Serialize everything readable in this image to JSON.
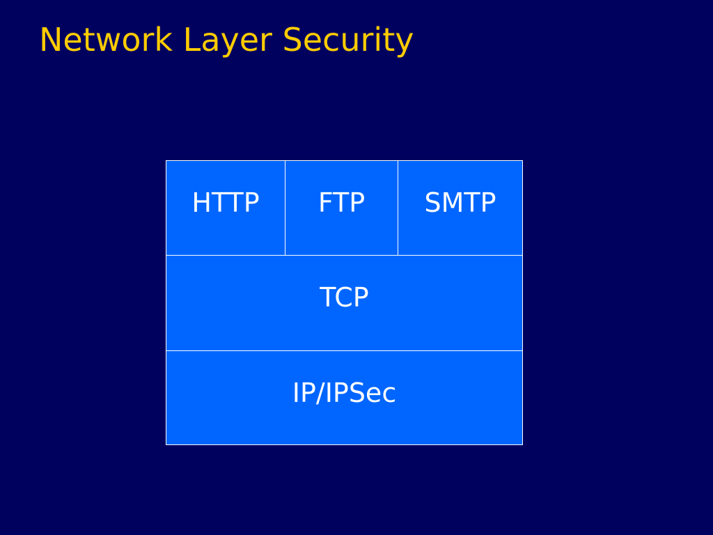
{
  "title": "Network Layer Security",
  "diagram": {
    "application_layer": [
      "HTTP",
      "FTP",
      "SMTP"
    ],
    "transport_layer": "TCP",
    "network_layer": "IP/IPSec"
  },
  "colors": {
    "background": "#00005f",
    "title": "#ffcc00",
    "box_fill": "#0066ff",
    "box_border": "#ffffff",
    "box_text": "#ffffff"
  }
}
